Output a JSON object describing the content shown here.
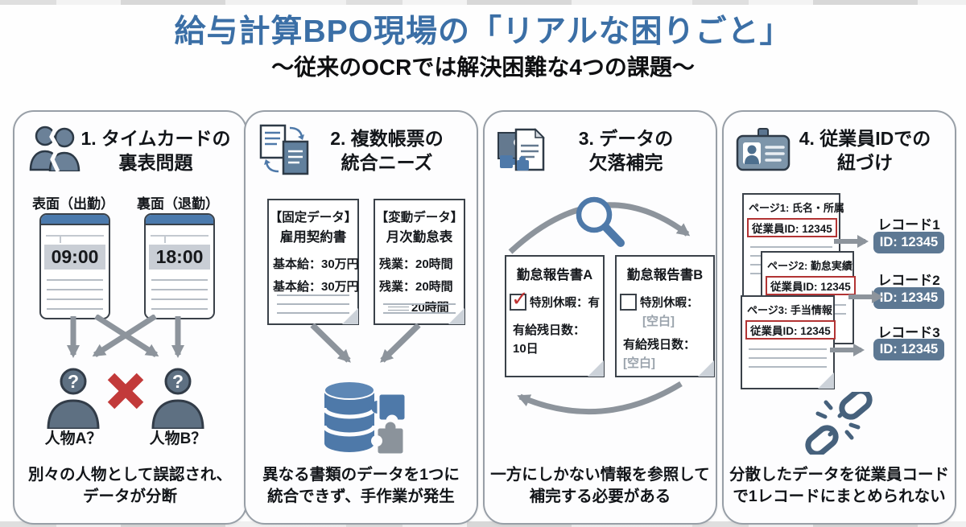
{
  "page": {
    "title": "給与計算BPO現場の「リアルな困りごと」",
    "subtitle": "～従来のOCRでは解決困難な4つの課題～"
  },
  "panel1": {
    "title_line1": "1. タイムカードの",
    "title_line2": "裏表問題",
    "front_label": "表面（出勤）",
    "back_label": "裏面（退勤）",
    "front_time": "09:00",
    "back_time": "18:00",
    "question_mark": "?",
    "person_a_label": "人物A？",
    "person_b_label": "人物B？",
    "caption_line1": "別々の人物として誤認され、",
    "caption_line2": "データが分断"
  },
  "panel2": {
    "title_line1": "2. 複数帳票の",
    "title_line2": "統合ニーズ",
    "doc_fixed": {
      "tag": "【固定データ】",
      "name": "雇用契約書",
      "line1": "基本給：30万円",
      "line2": "基本給：30万円"
    },
    "doc_variable": {
      "tag": "【変動データ】",
      "name": "月次勤怠表",
      "line1": "残業：20時間",
      "line2": "残業：20時間",
      "line3": "20時間"
    },
    "caption_line1": "異なる書類のデータを1つに",
    "caption_line2": "統合できず、手作業が発生"
  },
  "panel3": {
    "title_line1": "3. データの",
    "title_line2": "欠落補完",
    "doc_a": {
      "name": "勤怠報告書A",
      "check_glyph": "✓",
      "vacation_label": "特別休暇：有",
      "days_label": "有給残日数：",
      "days_value": "10日"
    },
    "doc_b": {
      "name": "勤怠報告書B",
      "vacation_label": "特別休暇：",
      "vacation_value": "[空白]",
      "days_label": "有給残日数：",
      "days_value": "[空白]"
    },
    "caption_line1": "一方にしかない情報を参照して",
    "caption_line2": "補完する必要がある"
  },
  "panel4": {
    "title_line1": "4. 従業員IDでの",
    "title_line2": "紐づけ",
    "pages": [
      {
        "title": "ページ1: 氏名・所属",
        "id_box": "従業員ID: 12345"
      },
      {
        "title": "ページ2: 勤怠実績",
        "id_box": "従業員ID: 12345"
      },
      {
        "title": "ページ3: 手当情報",
        "id_box": "従業員ID: 12345"
      }
    ],
    "records": [
      {
        "label": "レコード1",
        "id": "ID: 12345"
      },
      {
        "label": "レコード2",
        "id": "ID: 12345"
      },
      {
        "label": "レコード3",
        "id": "ID: 12345"
      }
    ],
    "caption_line1": "分散したデータを従業員コード",
    "caption_line2": "で1レコードにまとめられない"
  },
  "colors": {
    "title_blue": "#3b6fa6",
    "steel_blue": "#4b7aad",
    "slate_icon": "#6b8198",
    "arrow_gray": "#8d949c",
    "alert_red": "#c23a3a",
    "idbox_red": "#b23434",
    "badge_blue_gray": "#5d7893",
    "blank_gray": "#9aa3ac"
  },
  "icons": {
    "panel1_header": "split-person-icon",
    "panel2_header": "doc-swap-icon",
    "panel3_header": "puzzle-doc-icon",
    "panel4_header": "id-badge-icon",
    "panel1_unknown_person": "person-question-icon",
    "panel1_mismatch": "x-mark-icon",
    "panel2_merge_target": "database-puzzle-icon",
    "panel3_search": "magnifier-icon",
    "panel4_break": "broken-chain-icon"
  }
}
